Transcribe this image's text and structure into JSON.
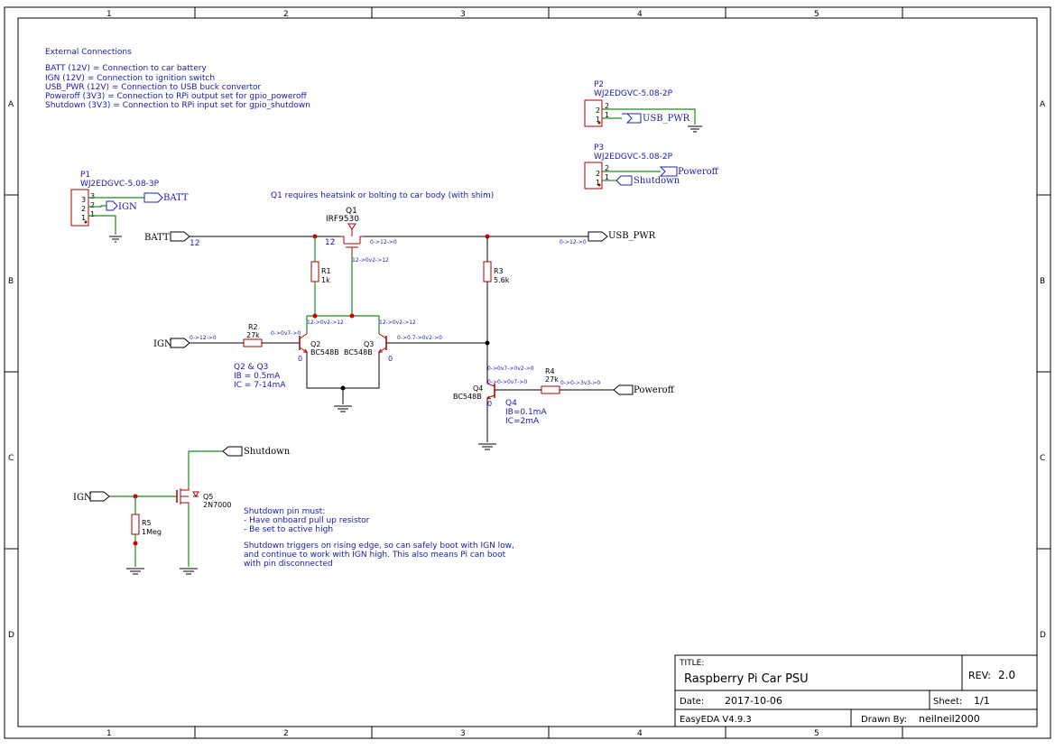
{
  "frame": {
    "cols": [
      "1",
      "2",
      "3",
      "4",
      "5"
    ],
    "rows": [
      "A",
      "B",
      "C",
      "D"
    ]
  },
  "notes": {
    "external_title": "External Connections",
    "external_lines": [
      "BATT (12V) = Connection to car battery",
      "IGN (12V) = Connection to ignition switch",
      "USB_PWR (12V) = Connection to USB buck convertor",
      "Poweroff (3V3) = Connection to RPi output set for gpio_poweroff",
      "Shutdown (3V3) = Connection to RPi input set for gpio_shutdown"
    ],
    "q1_note": "Q1 requires heatsink or bolting to car body (with shim)",
    "q2q3_lines": [
      "Q2 & Q3",
      "IB = 0.5mA",
      "IC = 7-14mA"
    ],
    "q4_lines": [
      "Q4",
      "IB=0.1mA",
      "IC=2mA"
    ],
    "shutdown_lines": [
      "Shutdown pin must:",
      "- Have onboard pull up resistor",
      "- Be set to active high",
      "",
      "Shutdown triggers on rising edge, so can safely boot with IGN low,",
      "and continue to work with IGN high. This also means Pi can boot",
      "with pin disconnected"
    ]
  },
  "connectors": {
    "p1": {
      "ref": "P1",
      "part": "WJ2EDGVC-5.08-3P",
      "pins": [
        "3",
        "2",
        "1"
      ]
    },
    "p2": {
      "ref": "P2",
      "part": "WJ2EDGVC-5.08-2P",
      "pins": [
        "2",
        "1"
      ]
    },
    "p3": {
      "ref": "P3",
      "part": "WJ2EDGVC-5.08-2P",
      "pins": [
        "2",
        "1"
      ]
    }
  },
  "nets": {
    "batt": "BATT",
    "ign": "IGN",
    "usb_pwr": "USB_PWR",
    "poweroff": "Poweroff",
    "shutdown": "Shutdown"
  },
  "components": {
    "q1": {
      "ref": "Q1",
      "part": "IRF9530"
    },
    "q2": {
      "ref": "Q2",
      "part": "BC548B"
    },
    "q3": {
      "ref": "Q3",
      "part": "BC548B"
    },
    "q4": {
      "ref": "Q4",
      "part": "BC548B"
    },
    "q5": {
      "ref": "Q5",
      "part": "2N7000"
    },
    "r1": {
      "ref": "R1",
      "value": "1k"
    },
    "r2": {
      "ref": "R2",
      "value": "27k"
    },
    "r3": {
      "ref": "R3",
      "value": "5.6k"
    },
    "r4": {
      "ref": "R4",
      "value": "27k"
    },
    "r5": {
      "ref": "R5",
      "value": "1Meg"
    }
  },
  "sim_values": {
    "batt_v": "12",
    "q1_gate": "12",
    "q1_drain": "0->12->0",
    "usb": "0->12->0",
    "q1_mid": "12->0v2->12",
    "q2_col": "12->0v2->12",
    "q3_col": "12->0v2->12",
    "r2_in": "0->12->0",
    "q2_base": "0->0v7->0",
    "q3_base": "0->0.7->0v2->0",
    "q2_e": "0",
    "q3_e": "0",
    "q4_c": "0->0v7->0v2->0",
    "q4_b": "0->0->0v7->0",
    "r4_out": "0->0->3v3->0",
    "q4_e": "0"
  },
  "title_block": {
    "title_label": "TITLE:",
    "title": "Raspberry Pi Car PSU",
    "rev_label": "REV:",
    "rev": "2.0",
    "date_label": "Date:",
    "date": "2017-10-06",
    "sheet_label": "Sheet:",
    "sheet": "1/1",
    "tool": "EasyEDA V4.9.3",
    "drawn_label": "Drawn By:",
    "drawn_by": "neilneil2000"
  }
}
